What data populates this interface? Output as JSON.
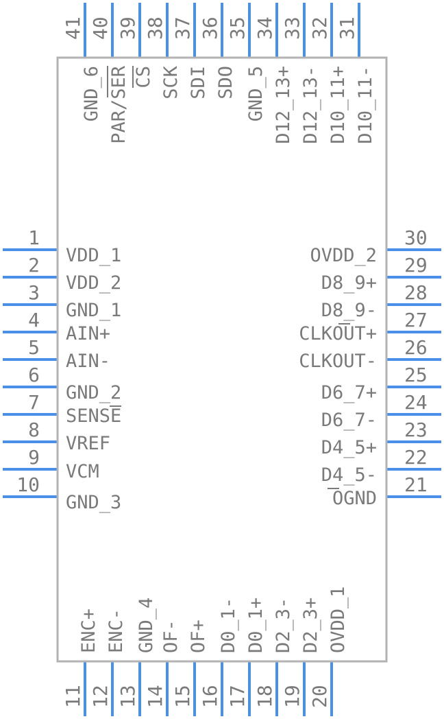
{
  "component": {
    "pins_left": [
      {
        "num": "1",
        "label": "VDD_1"
      },
      {
        "num": "2",
        "label": "VDD_2"
      },
      {
        "num": "3",
        "label": "GND_1"
      },
      {
        "num": "4",
        "label": "AIN+"
      },
      {
        "num": "5",
        "label": "AIN-"
      },
      {
        "num": "6",
        "label": "GND_2"
      },
      {
        "num": "7",
        "label": "SENSE"
      },
      {
        "num": "8",
        "label": "VREF"
      },
      {
        "num": "9",
        "label": "VCM"
      },
      {
        "num": "10",
        "label": "GND_3"
      }
    ],
    "pins_bottom": [
      {
        "num": "11",
        "label": ""
      },
      {
        "num": "12",
        "label": "ENC+"
      },
      {
        "num": "13",
        "label": "ENC-"
      },
      {
        "num": "14",
        "label": "GND_4"
      },
      {
        "num": "15",
        "label": "OF-"
      },
      {
        "num": "16",
        "label": "OF+"
      },
      {
        "num": "17",
        "label": "D0_1-"
      },
      {
        "num": "18",
        "label": "D0_1+"
      },
      {
        "num": "19",
        "label": "D2_3-"
      },
      {
        "num": "20",
        "label": "D2_3+"
      },
      {
        "num": "",
        "label": "OVDD_1"
      }
    ],
    "pins_right": [
      {
        "num": "30",
        "label": "OVDD_2"
      },
      {
        "num": "29",
        "label": "D8_9+"
      },
      {
        "num": "28",
        "label": "D8_9-"
      },
      {
        "num": "27",
        "label": "CLKOUT+"
      },
      {
        "num": "26",
        "label": "CLKOUT-"
      },
      {
        "num": "25",
        "label": "D6_7+"
      },
      {
        "num": "24",
        "label": "D6_7-"
      },
      {
        "num": "23",
        "label": "D4_5+"
      },
      {
        "num": "22",
        "label": "D4_5-"
      },
      {
        "num": "21",
        "label": "OGND"
      }
    ],
    "pins_top": [
      {
        "num": "41",
        "label": "GND_6"
      },
      {
        "num": "40",
        "label": "PAR/SER"
      },
      {
        "num": "39",
        "label": "CS"
      },
      {
        "num": "38",
        "label": "SCK"
      },
      {
        "num": "37",
        "label": "SDI"
      },
      {
        "num": "36",
        "label": "SDO"
      },
      {
        "num": "35",
        "label": "GND_5"
      },
      {
        "num": "34",
        "label": "D12_13+"
      },
      {
        "num": "33",
        "label": "D12_13-"
      },
      {
        "num": "32",
        "label": "D10_11+"
      },
      {
        "num": "31",
        "label": "D10_11-"
      }
    ]
  }
}
